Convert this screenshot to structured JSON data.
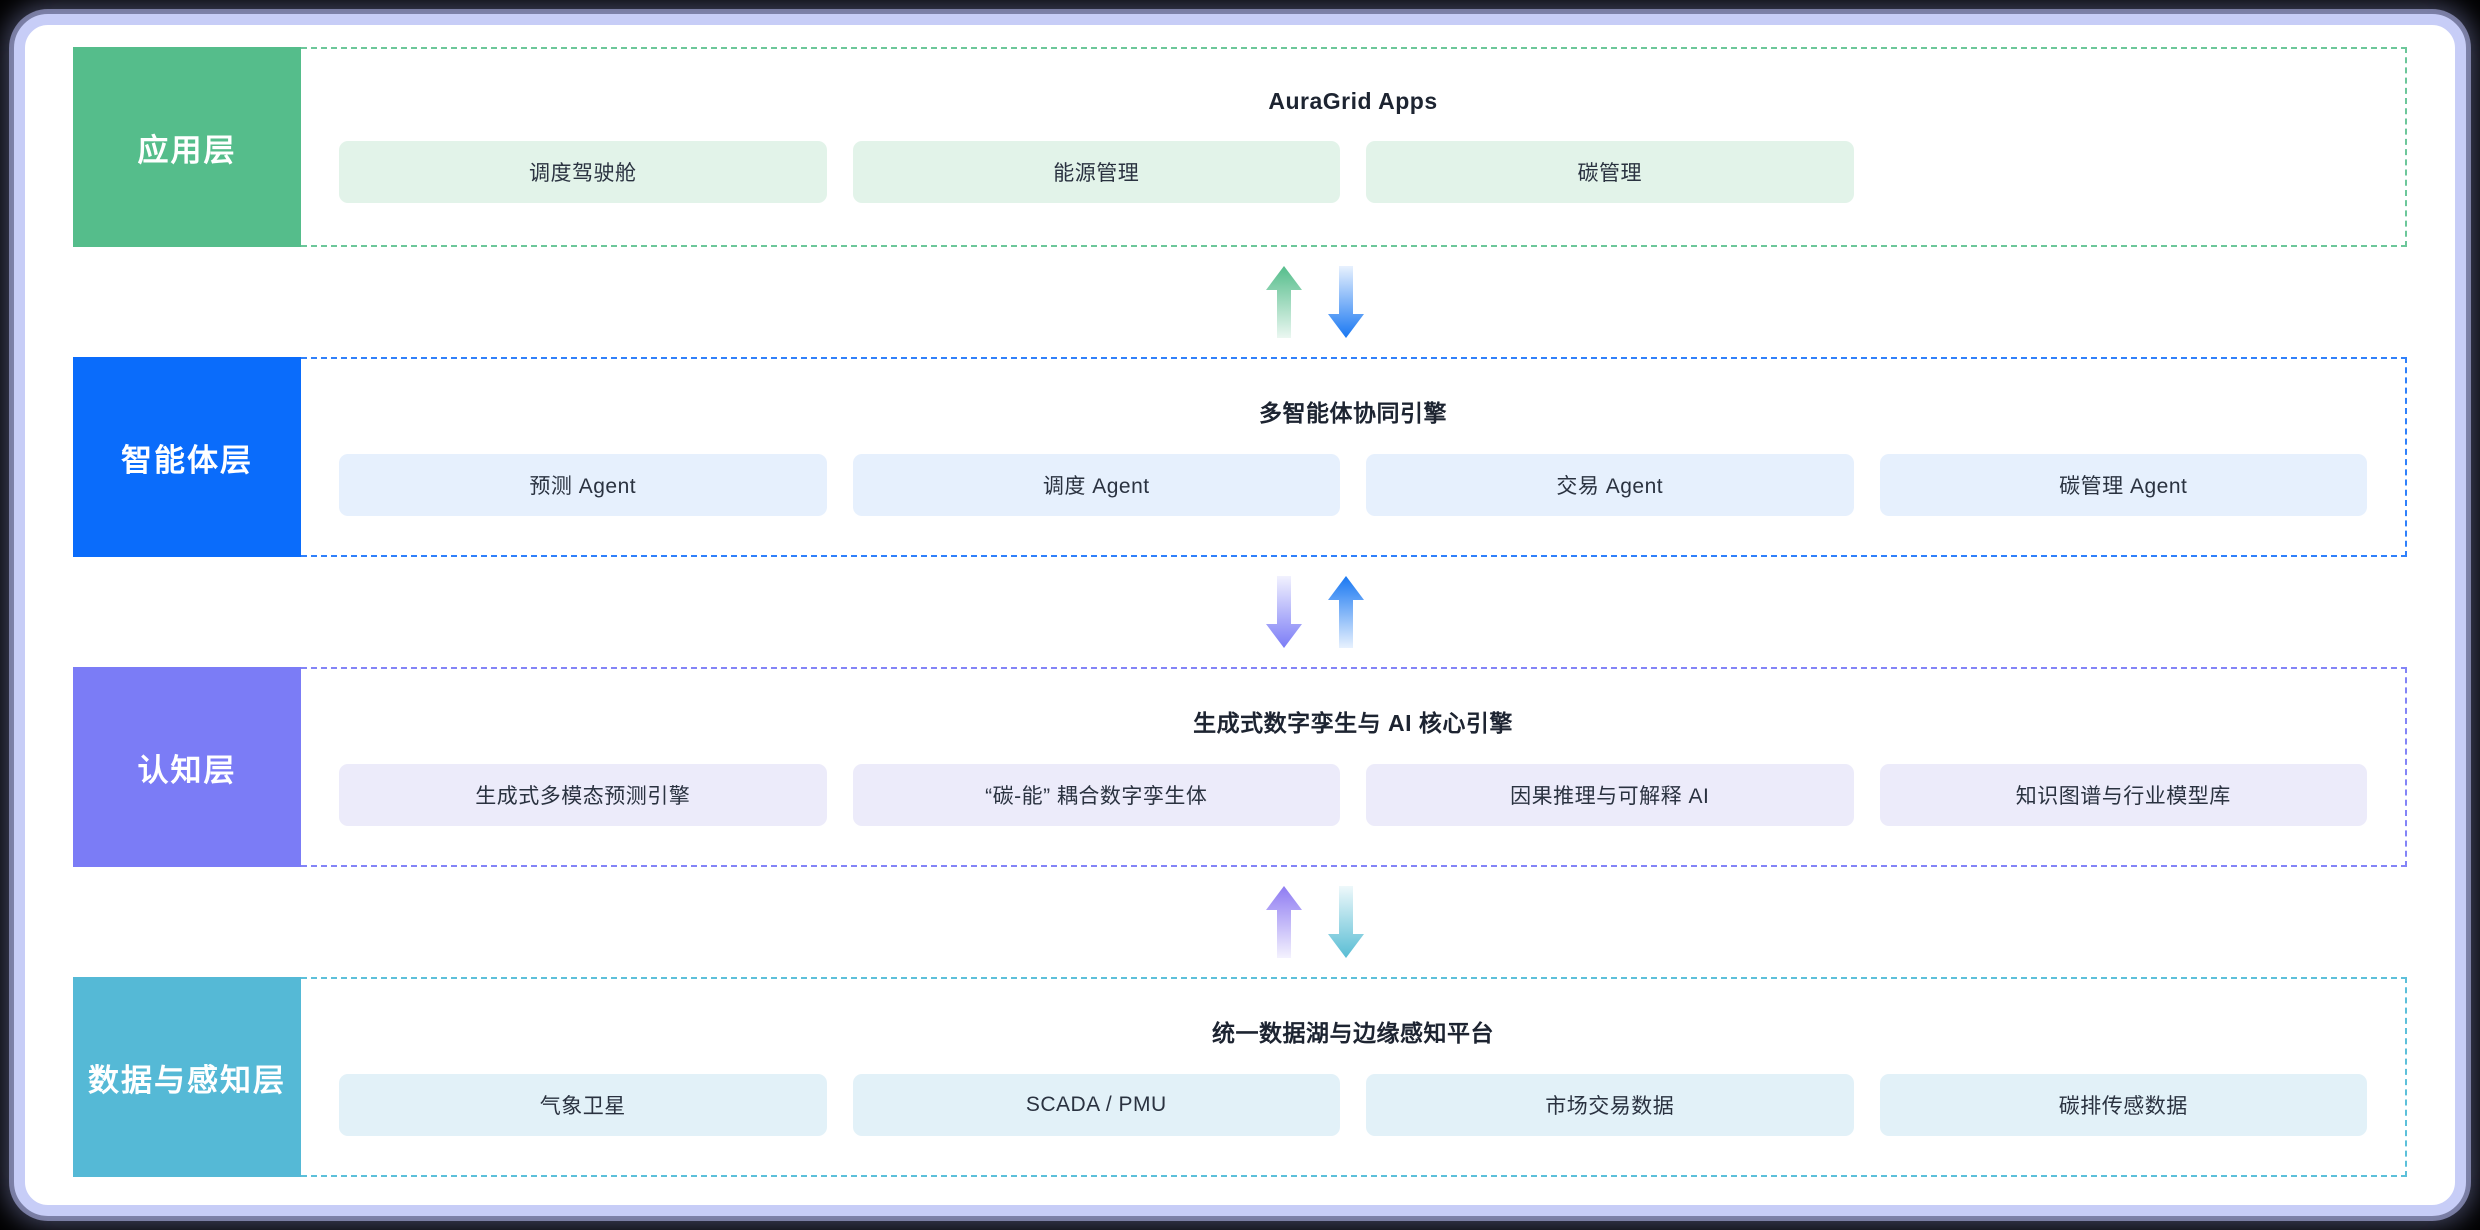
{
  "theme": {
    "page_background": "#000000",
    "frame_border": "#c7cdf7",
    "card_background": "#ffffff"
  },
  "layers": [
    {
      "id": "application",
      "label": "应用层",
      "title": "AuraGrid Apps",
      "accent": "#55bd8b",
      "border": "#6cc79a",
      "card_background": "#e2f3e9",
      "cards": [
        "调度驾驶舱",
        "能源管理",
        "碳管理"
      ]
    },
    {
      "id": "agent",
      "label": "智能体层",
      "title": "多智能体协同引擎",
      "accent": "#0a6cfb",
      "border": "#2f80fb",
      "card_background": "#e6f0fd",
      "cards": [
        "预测 Agent",
        "调度 Agent",
        "交易 Agent",
        "碳管理 Agent"
      ]
    },
    {
      "id": "cognition",
      "label": "认知层",
      "title": "生成式数字孪生与 AI 核心引擎",
      "accent": "#7b7cf6",
      "border": "#8384f7",
      "card_background": "#ecebfa",
      "cards": [
        "生成式多模态预测引擎",
        "“碳-能” 耦合数字孪生体",
        "因果推理与可解释 AI",
        "知识图谱与行业模型库"
      ]
    },
    {
      "id": "data",
      "label": "数据与感知层",
      "title": "统一数据湖与边缘感知平台",
      "accent": "#55b9d6",
      "border": "#5cc0da",
      "card_background": "#e2f1f8",
      "cards": [
        "气象卫星",
        "SCADA / PMU",
        "市场交易数据",
        "碳排传感数据"
      ]
    }
  ],
  "connectors": [
    {
      "id": "app-agent",
      "arrows": [
        {
          "direction": "up",
          "color": "#55bd8b",
          "name": "arrow-up-green"
        },
        {
          "direction": "down",
          "color": "#1877f2",
          "name": "arrow-down-blue"
        }
      ]
    },
    {
      "id": "agent-cognition",
      "arrows": [
        {
          "direction": "down",
          "color": "#7b7cf6",
          "name": "arrow-down-purple"
        },
        {
          "direction": "up",
          "color": "#1877f2",
          "name": "arrow-up-blue"
        }
      ]
    },
    {
      "id": "cognition-data",
      "arrows": [
        {
          "direction": "up",
          "color": "#8e7bf2",
          "name": "arrow-up-purple"
        },
        {
          "direction": "down",
          "color": "#58bdd4",
          "name": "arrow-down-cyan"
        }
      ]
    }
  ]
}
